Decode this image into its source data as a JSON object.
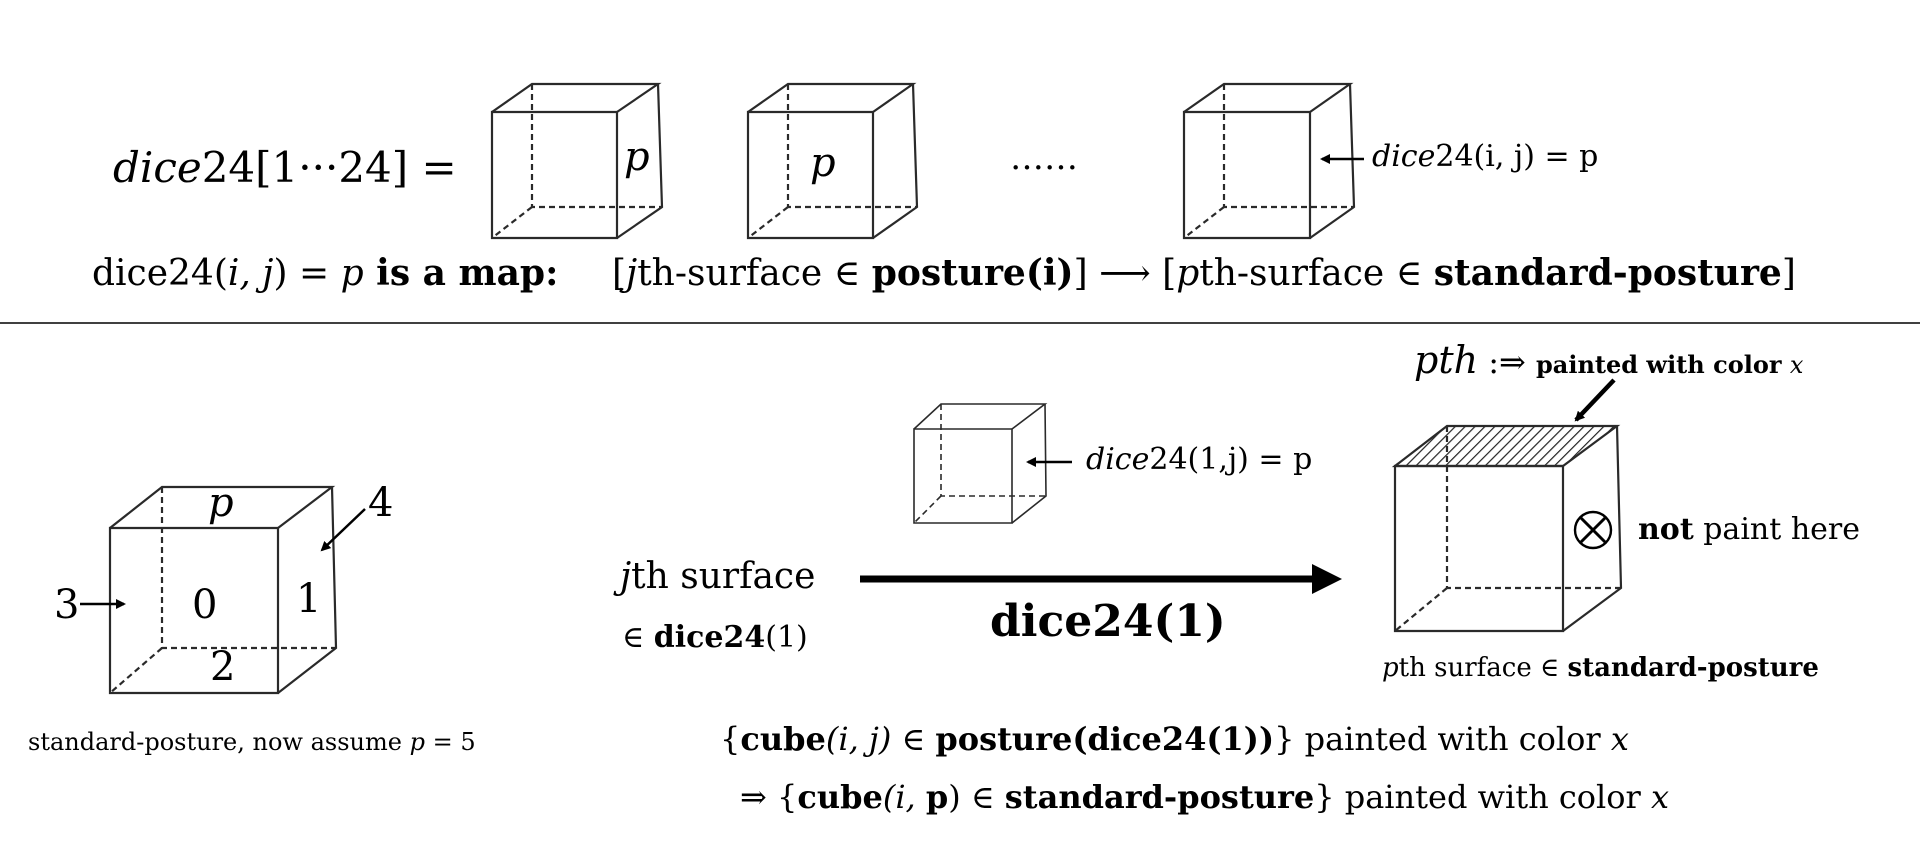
{
  "top": {
    "array_name": "dice",
    "array_num": "24",
    "array_range": "[1···24] =",
    "cube1_label": "p",
    "cube2_label": "p",
    "dots": "……",
    "arrow_label_fn": "dice",
    "arrow_label_rest": "24(i, j) = p",
    "map_pre": "dice24(",
    "map_ij": "i, j",
    "map_eq": ") = ",
    "map_p": "p",
    "map_bold": " is a map:",
    "map_left_open": "[",
    "map_left_j": "j",
    "map_left_rest": "th-surface ∈ ",
    "map_left_bold": "posture(i)",
    "map_left_close": "]",
    "map_arrow": "⟶",
    "map_right_open": "[",
    "map_right_p": "p",
    "map_right_rest": "th-surface ∈ ",
    "map_right_bold": "standard-posture",
    "map_right_close": "]"
  },
  "bottom": {
    "std_cube": {
      "top": "p",
      "front": "0",
      "right": "1",
      "bottom": "2",
      "left": "3",
      "back": "4"
    },
    "std_caption_pre": "standard-posture, now assume ",
    "std_caption_p": "p",
    "std_caption_eq": " = 5",
    "small_cube_fn": "dice",
    "small_cube_rest": "24(1,j) = p",
    "jth_j": "j",
    "jth_rest": "th surface",
    "in_dice_sym": "∈ ",
    "in_dice_bold": "dice24",
    "in_dice_rest": "(1)",
    "big_arrow_label": "dice24(1)",
    "pth_label": "pth",
    "pth_arrow": " :⇒ ",
    "pth_bold": "painted with color ",
    "pth_x": "x",
    "not_bold": "not",
    "not_rest": " paint here",
    "pth_caption_p": "p",
    "pth_caption_rest": "th surface ∈ ",
    "pth_caption_bold": "standard-posture",
    "formula1_open": "{",
    "formula1_cube": "cube",
    "formula1_args": "(i, j) ∈ ",
    "formula1_posture": "posture(dice24(1))",
    "formula1_close": "}",
    "formula1_rest": " painted with color ",
    "formula1_x": "x",
    "formula2_imp": "⇒ {",
    "formula2_cube": "cube",
    "formula2_args_i": "(i, ",
    "formula2_args_p": "p",
    "formula2_args_close": ") ∈ ",
    "formula2_std": "standard-posture",
    "formula2_close": "}",
    "formula2_rest": " painted with color ",
    "formula2_x": "x"
  }
}
